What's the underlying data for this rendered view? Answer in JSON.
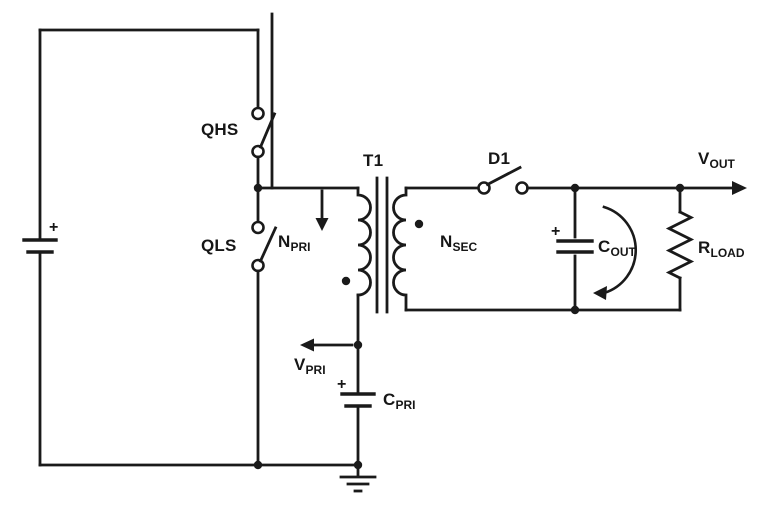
{
  "page": {
    "background": "#ffffff",
    "line_color": "#1a1a1a"
  },
  "labels": {
    "qhs": {
      "text": "QHS"
    },
    "qls": {
      "text": "QLS"
    },
    "npri": {
      "main": "N",
      "sub": "PRI"
    },
    "t1": {
      "text": "T1"
    },
    "nsec": {
      "main": "N",
      "sub": "SEC"
    },
    "d1": {
      "text": "D1"
    },
    "vout": {
      "main": "V",
      "sub": "OUT"
    },
    "cout": {
      "main": "C",
      "sub": "OUT"
    },
    "rload": {
      "main": "R",
      "sub": "LOAD"
    },
    "vpri": {
      "main": "V",
      "sub": "PRI"
    },
    "cpri": {
      "main": "C",
      "sub": "PRI"
    },
    "plus_input": {
      "text": "+"
    },
    "plus_cpri": {
      "text": "+"
    },
    "plus_cout": {
      "text": "+"
    }
  }
}
